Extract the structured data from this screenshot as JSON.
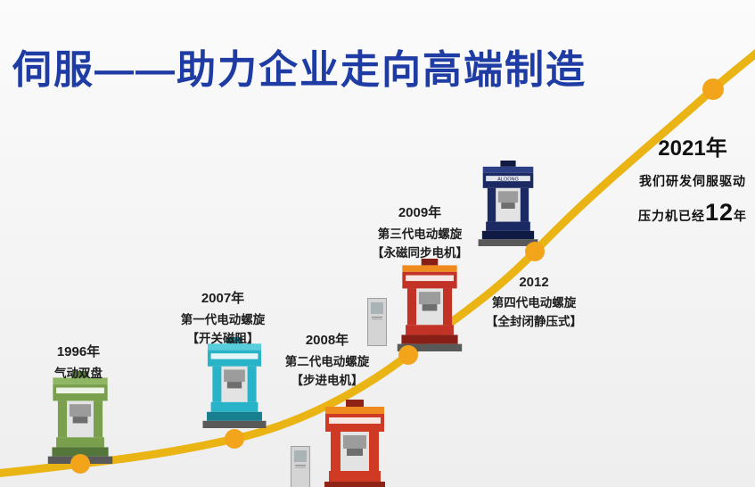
{
  "page": {
    "background": "#f4f4f4",
    "title": "伺服——助力企业走向高端制造",
    "title_color": "#1e3ca3"
  },
  "timeline": {
    "curve_color": "#e9b414",
    "dot_color": "#f2a41b",
    "milestones": [
      {
        "year": "1996年",
        "line1": "气动双盘",
        "machine": {
          "primary": "#7aa04e",
          "accent": "#8fb763",
          "dark": "#55763a",
          "label": ""
        }
      },
      {
        "year": "2007年",
        "line1": "第一代电动螺旋",
        "line2": "【开关磁阻】",
        "machine": {
          "primary": "#29b3c8",
          "accent": "#58cddc",
          "dark": "#177f90",
          "label": ""
        }
      },
      {
        "year": "2008年",
        "line1": "第二代电动螺旋",
        "line2": "【步进电机】",
        "machine": {
          "primary": "#cf3a24",
          "accent": "#ef8a1e",
          "dark": "#8f2315",
          "label": ""
        }
      },
      {
        "year": "2009年",
        "line1": "第三代电动螺旋",
        "line2": "【永磁同步电机】",
        "machine": {
          "primary": "#c23227",
          "accent": "#ef8a1e",
          "dark": "#871f16",
          "label": ""
        }
      },
      {
        "year": "2012",
        "line1": "第四代电动螺旋",
        "line2": "【全封闭静压式】",
        "machine": {
          "primary": "#1c2a63",
          "accent": "#2c3f85",
          "dark": "#101b43",
          "label": "ALOONG"
        }
      }
    ],
    "finale": {
      "year": "2021年",
      "line1": "我们研发伺服驱动",
      "line2_prefix": "压力机已经",
      "line2_number": "12",
      "line2_suffix": "年"
    }
  }
}
